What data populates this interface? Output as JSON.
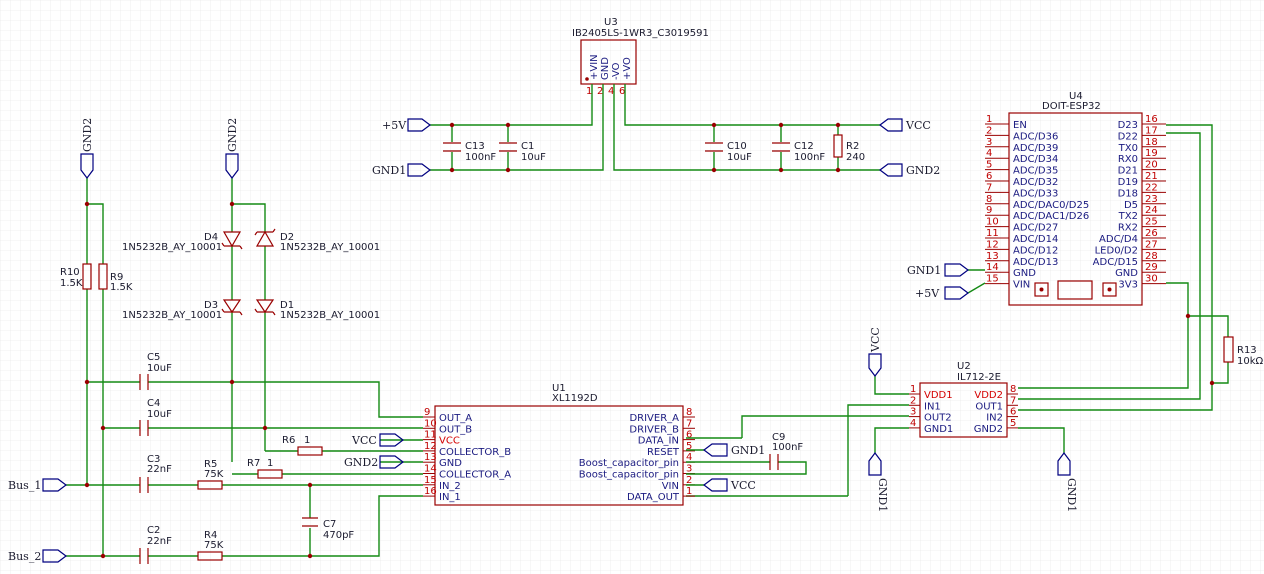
{
  "nets": {
    "p5v_a": "+5V",
    "gnd1_a": "GND1",
    "vcc_a": "VCC",
    "gnd2_a": "GND2",
    "gnd1_b": "GND1",
    "p5v_b": "+5V",
    "vcc_b": "VCC",
    "gnd2_top_left": "GND2",
    "gnd2_top_mid": "GND2",
    "vcc_u1": "VCC",
    "gnd2_u1": "GND2",
    "gnd1_u1": "GND1",
    "vcc_u1b": "VCC",
    "gnd1_bl": "GND1",
    "gnd1_br": "GND1",
    "bus1": "Bus_1",
    "bus2": "Bus_2"
  },
  "components": {
    "u3": {
      "ref": "U3",
      "value": "IB2405LS-1WR3_C3019591",
      "pins": [
        "+VIN",
        "GND",
        "-VO",
        "+VO"
      ],
      "pin_nums": [
        "1",
        "2",
        "4",
        "6"
      ]
    },
    "c13": {
      "ref": "C13",
      "value": "100nF"
    },
    "c1": {
      "ref": "C1",
      "value": "10uF"
    },
    "c10": {
      "ref": "C10",
      "value": "10uF"
    },
    "c12": {
      "ref": "C12",
      "value": "100nF"
    },
    "r2": {
      "ref": "R2",
      "value": "240"
    },
    "u4": {
      "ref": "U4",
      "value": "DOIT-ESP32",
      "left_pins": [
        {
          "n": "1",
          "name": "EN"
        },
        {
          "n": "2",
          "name": "ADC/D36"
        },
        {
          "n": "3",
          "name": "ADC/D39"
        },
        {
          "n": "4",
          "name": "ADC/D34"
        },
        {
          "n": "5",
          "name": "ADC/D35"
        },
        {
          "n": "6",
          "name": "ADC/D32"
        },
        {
          "n": "7",
          "name": "ADC/D33"
        },
        {
          "n": "8",
          "name": "ADC/DAC0/D25"
        },
        {
          "n": "9",
          "name": "ADC/DAC1/D26"
        },
        {
          "n": "10",
          "name": "ADC/D27"
        },
        {
          "n": "11",
          "name": "ADC/D14"
        },
        {
          "n": "12",
          "name": "ADC/D12"
        },
        {
          "n": "13",
          "name": "ADC/D13"
        },
        {
          "n": "14",
          "name": "GND"
        },
        {
          "n": "15",
          "name": "VIN"
        }
      ],
      "right_pins": [
        {
          "n": "16",
          "name": "D23"
        },
        {
          "n": "17",
          "name": "D22"
        },
        {
          "n": "18",
          "name": "TX0"
        },
        {
          "n": "19",
          "name": "RX0"
        },
        {
          "n": "20",
          "name": "D21"
        },
        {
          "n": "21",
          "name": "D19"
        },
        {
          "n": "22",
          "name": "D18"
        },
        {
          "n": "23",
          "name": "D5"
        },
        {
          "n": "24",
          "name": "TX2"
        },
        {
          "n": "25",
          "name": "RX2"
        },
        {
          "n": "26",
          "name": "ADC/D4"
        },
        {
          "n": "27",
          "name": "LED0/D2"
        },
        {
          "n": "28",
          "name": "ADC/D15"
        },
        {
          "n": "29",
          "name": "GND"
        },
        {
          "n": "30",
          "name": "3V3"
        }
      ]
    },
    "r13": {
      "ref": "R13",
      "value": "10kΩ"
    },
    "d1": {
      "ref": "D1",
      "value": "1N5232B_AY_10001"
    },
    "d2": {
      "ref": "D2",
      "value": "1N5232B_AY_10001"
    },
    "d3": {
      "ref": "D3",
      "value": "1N5232B_AY_10001"
    },
    "d4": {
      "ref": "D4",
      "value": "1N5232B_AY_10001"
    },
    "r10": {
      "ref": "R10",
      "value": "1.5K"
    },
    "r9": {
      "ref": "R9",
      "value": "1.5K"
    },
    "c5": {
      "ref": "C5",
      "value": "10uF"
    },
    "c4": {
      "ref": "C4",
      "value": "10uF"
    },
    "c3": {
      "ref": "C3",
      "value": "22nF"
    },
    "c2": {
      "ref": "C2",
      "value": "22nF"
    },
    "r5": {
      "ref": "R5",
      "value": "75K"
    },
    "r4": {
      "ref": "R4",
      "value": "75K"
    },
    "r6": {
      "ref": "R6",
      "value": "1"
    },
    "r7": {
      "ref": "R7",
      "value": "1"
    },
    "c7": {
      "ref": "C7",
      "value": "470pF"
    },
    "c9": {
      "ref": "C9",
      "value": "100nF"
    },
    "u1": {
      "ref": "U1",
      "value": "XL1192D",
      "left_pins": [
        {
          "n": "9",
          "name": "OUT_A"
        },
        {
          "n": "10",
          "name": "OUT_B"
        },
        {
          "n": "11",
          "name": "VCC"
        },
        {
          "n": "12",
          "name": "COLLECTOR_B"
        },
        {
          "n": "13",
          "name": "GND"
        },
        {
          "n": "14",
          "name": "COLLECTOR_A"
        },
        {
          "n": "15",
          "name": "IN_2"
        },
        {
          "n": "16",
          "name": "IN_1"
        }
      ],
      "right_pins": [
        {
          "n": "8",
          "name": "DRIVER_A"
        },
        {
          "n": "7",
          "name": "DRIVER_B"
        },
        {
          "n": "6",
          "name": "DATA_IN"
        },
        {
          "n": "5",
          "name": "RESET"
        },
        {
          "n": "4",
          "name": "Boost_capacitor_pin"
        },
        {
          "n": "3",
          "name": "Boost_capacitor_pin"
        },
        {
          "n": "2",
          "name": "VIN"
        },
        {
          "n": "1",
          "name": "DATA_OUT"
        }
      ]
    },
    "u2": {
      "ref": "U2",
      "value": "IL712-2E",
      "left_pins": [
        {
          "n": "1",
          "name": "VDD1"
        },
        {
          "n": "2",
          "name": "IN1"
        },
        {
          "n": "3",
          "name": "OUT2"
        },
        {
          "n": "4",
          "name": "GND1"
        }
      ],
      "right_pins": [
        {
          "n": "8",
          "name": "VDD2"
        },
        {
          "n": "7",
          "name": "OUT1"
        },
        {
          "n": "6",
          "name": "IN2"
        },
        {
          "n": "5",
          "name": "GND2"
        }
      ]
    }
  }
}
